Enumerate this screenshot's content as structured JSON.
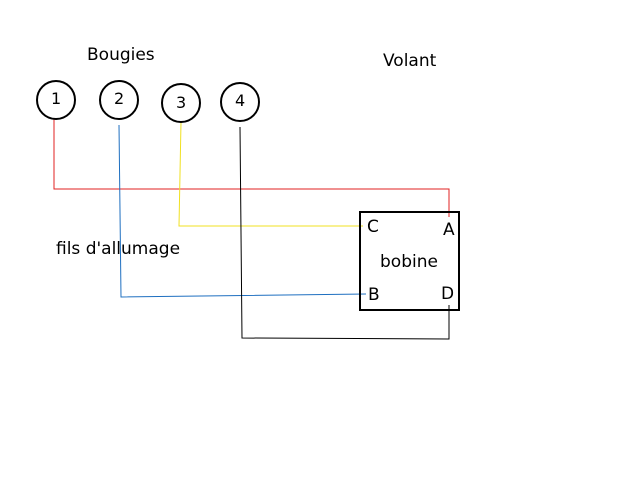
{
  "labels": {
    "spark_plugs": "Bougies",
    "flywheel": "Volant",
    "ignition_wires": "fils d'allumage",
    "coil": "bobine"
  },
  "plugs": [
    "1",
    "2",
    "3",
    "4"
  ],
  "terminals": {
    "a": "A",
    "b": "B",
    "c": "C",
    "d": "D"
  },
  "wire_colors": {
    "plug1": "#e02020",
    "plug2": "#1e6fc0",
    "plug3": "#f0e020",
    "plug4": "#000000"
  }
}
